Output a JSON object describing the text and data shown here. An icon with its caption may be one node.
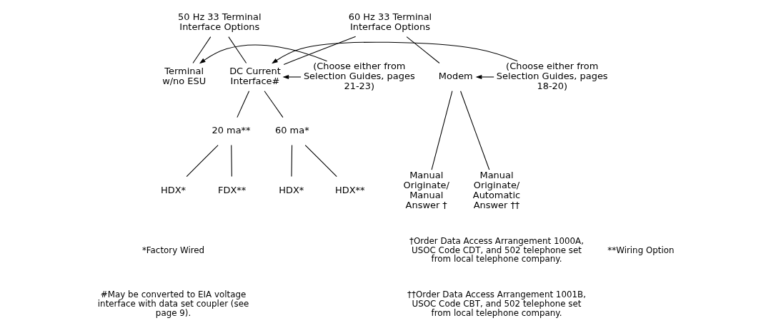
{
  "diagram": {
    "nodes": [
      {
        "text": [
          "50 Hz 33 Terminal Interface Options"
        ]
      },
      {
        "text": [
          "Terminal w/no ESU"
        ]
      },
      {
        "text": [
          "DC Current Interface#"
        ]
      },
      {
        "text": [
          "60 Hz 33 Terminal Interface Options"
        ]
      },
      {
        "text": [
          "Modem"
        ]
      },
      {
        "text": [
          "20 ma**"
        ]
      },
      {
        "text": [
          "60 ma*"
        ]
      },
      {
        "text": [
          "HDX*"
        ]
      },
      {
        "text": [
          "FDX**"
        ]
      },
      {
        "text": [
          "HDX*"
        ]
      },
      {
        "text": [
          "HDX**"
        ]
      },
      {
        "text": [
          "Manual Originate/ Manual Answer †"
        ]
      },
      {
        "text": [
          "Manual Originate/ Automatic Answer ††"
        ]
      },
      {
        "text": [
          "(Choose either from Selection Guides, pages 21-23)"
        ]
      },
      {
        "text": [
          "(Choose either from Selection Guides, pages 18-20)"
        ]
      }
    ],
    "edges": [
      {
        "from": 0,
        "to": 1,
        "arrow": "none"
      },
      {
        "from": 0,
        "to": 2,
        "arrow": "none"
      },
      {
        "from": 3,
        "to": 2,
        "arrow": "none"
      },
      {
        "from": 3,
        "to": 4,
        "arrow": "none"
      },
      {
        "from": 13,
        "to": 1,
        "arrow": "to"
      },
      {
        "from": 13,
        "to": 2,
        "arrow": "to"
      },
      {
        "from": 14,
        "to": 2,
        "arrow": "to"
      },
      {
        "from": 14,
        "to": 4,
        "arrow": "to"
      },
      {
        "from": 2,
        "to": 5,
        "arrow": "none"
      },
      {
        "from": 2,
        "to": 6,
        "arrow": "none"
      },
      {
        "from": 5,
        "to": 7,
        "arrow": "none"
      },
      {
        "from": 5,
        "to": 8,
        "arrow": "none"
      },
      {
        "from": 6,
        "to": 9,
        "arrow": "none"
      },
      {
        "from": 6,
        "to": 10,
        "arrow": "none"
      },
      {
        "from": 4,
        "to": 11,
        "arrow": "none"
      },
      {
        "from": 4,
        "to": 12,
        "arrow": "none"
      }
    ],
    "labels": [
      "*Factory Wired",
      "**Wiring Option",
      "†Order Data Access Arrangement 1000A, USOC Code CDT, and 502 telephone set from local telephone company.",
      "#May be converted to EIA voltage interface with data set coupler (see page 9).",
      "††Order Data Access Arrangement 1001B, USOC Code CBT, and 502 telephone set from local telephone company."
    ]
  }
}
